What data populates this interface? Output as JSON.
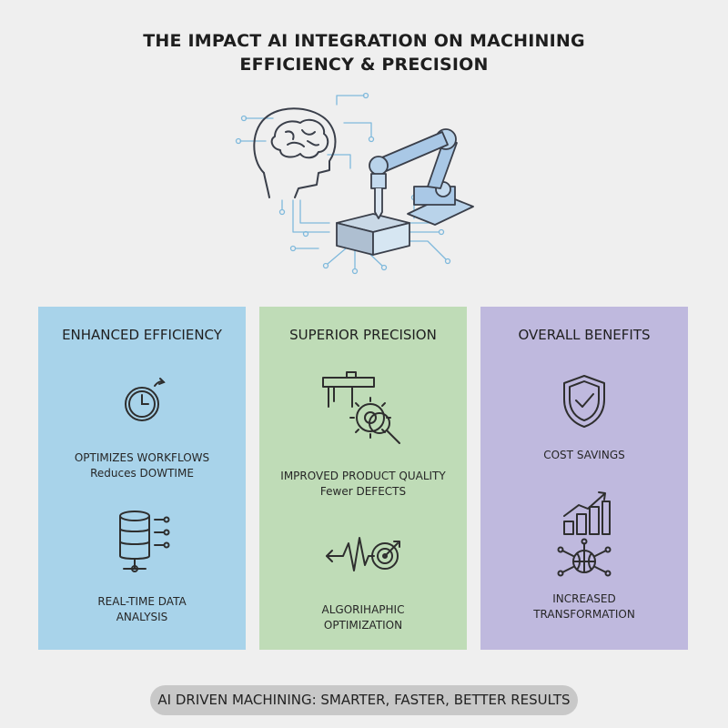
{
  "header": {
    "title_line1": "THE IMPACT AI INTEGRATION ON MACHINING",
    "title_line2": "EFFICIENCY & PRECISION"
  },
  "panels": [
    {
      "title": "ENHANCED EFFICIENCY",
      "color": "#a8d3ea",
      "items": [
        {
          "icon": "clock-icon",
          "line1": "OPTIMIZES WORKFLOWS",
          "line2": "Reduces DOWTIME"
        },
        {
          "icon": "database-icon",
          "line1": "REAL-TIME DATA",
          "line2": "ANALYSIS"
        }
      ]
    },
    {
      "title": "SUPERIOR PRECISION",
      "color": "#bfdcb7",
      "items": [
        {
          "icon": "caliper-gear-magnifier-icon",
          "line1": "IMPROVED PRODUCT QUALITY",
          "line2": "Fewer DEFECTS"
        },
        {
          "icon": "waveform-target-icon",
          "line1": "ALGORIHAPHIC",
          "line2": "OPTIMIZATION"
        }
      ]
    },
    {
      "title": "OVERALL BENEFITS",
      "color": "#bfb9de",
      "items": [
        {
          "icon": "shield-check-icon",
          "line1": "COST SAVINGS",
          "line2": ""
        },
        {
          "icon": "growth-chart-network-icon",
          "line1": "INCREASED",
          "line2": "TRANSFORMATION"
        }
      ]
    }
  ],
  "footer": {
    "text": "AI DRIVEN MACHINING: SMARTER, FASTER, BETTER RESULTS"
  }
}
